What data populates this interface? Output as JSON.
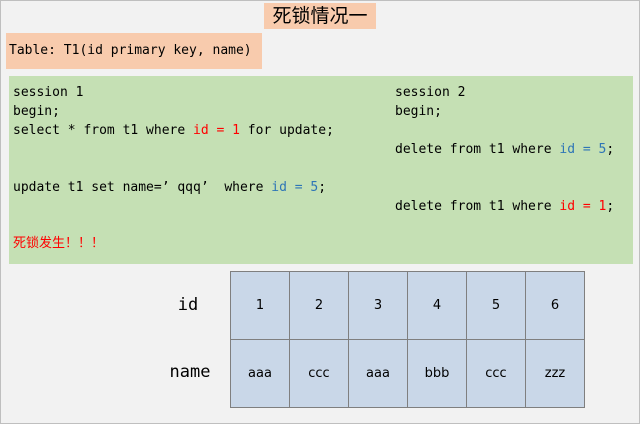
{
  "title": "死锁情况一",
  "table_def": "Table: T1(id primary key, name)",
  "session1": {
    "header": "session 1",
    "begin": "begin;",
    "select": {
      "prefix": "select * from t1 where ",
      "col": "id",
      "eq": " = ",
      "val": "1",
      "suffix": " for update;"
    },
    "update": {
      "prefix": "update t1 set name=’ qqq’  where ",
      "col": "id",
      "eq": " = ",
      "val": "5",
      "suffix": ";"
    }
  },
  "session2": {
    "header": "session 2",
    "begin": "begin;",
    "delete1": {
      "prefix": "delete from t1 where ",
      "col": "id",
      "eq": " = ",
      "val": "5",
      "suffix": ";"
    },
    "delete2": {
      "prefix": "delete from t1 where ",
      "col": "id",
      "eq": " = ",
      "val": "1",
      "suffix": ";"
    }
  },
  "deadlock_text": "死锁发生！！！",
  "grid": {
    "id_label": "id",
    "name_label": "name",
    "ids": [
      "1",
      "2",
      "3",
      "4",
      "5",
      "6"
    ],
    "names": [
      "aaa",
      "ccc",
      "aaa",
      "bbb",
      "ccc",
      "zzz"
    ]
  },
  "colors": {
    "title_bg": "#f8cbad",
    "code_bg": "#c5e0b4",
    "highlight_red": "#ff0000",
    "highlight_blue": "#2e75b6",
    "cell_bg": "#c9d7e8"
  }
}
